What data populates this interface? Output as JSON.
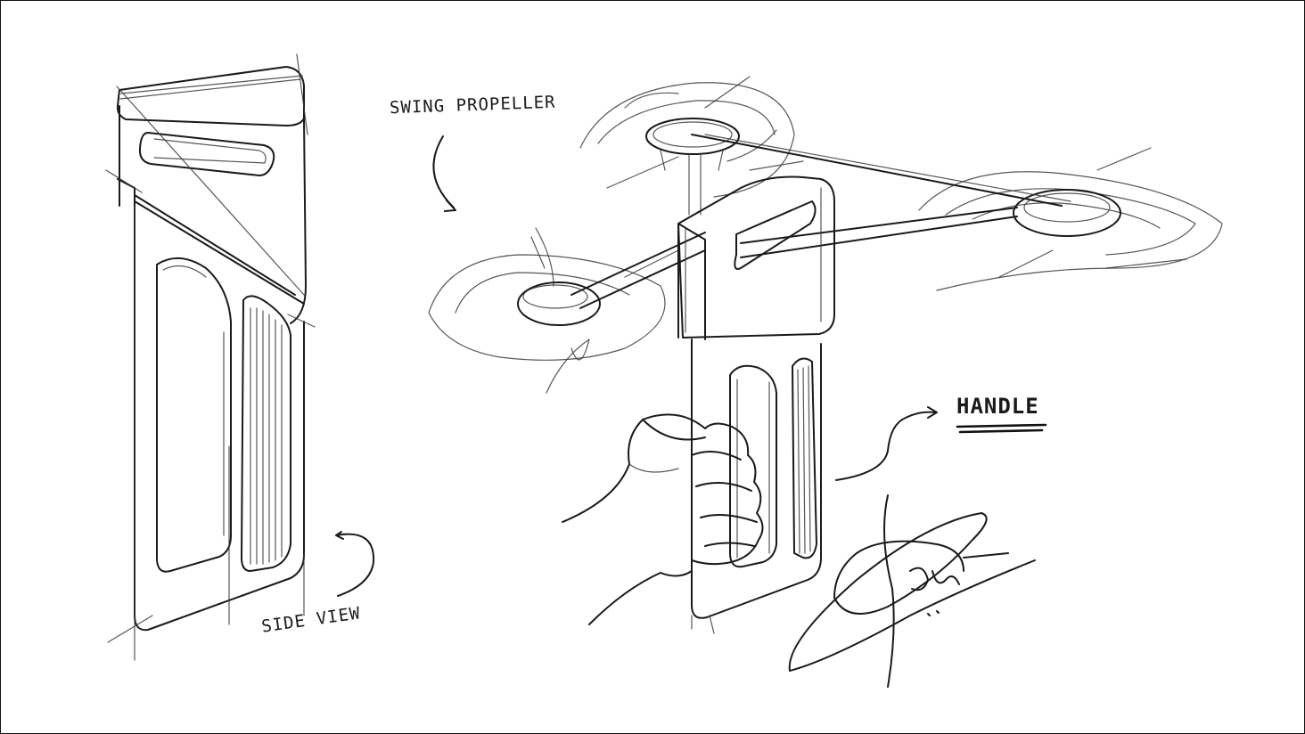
{
  "annotations": {
    "swing_propeller": "SWING PROPELLER",
    "handle": "HANDLE",
    "side_view": "SIDE VIEW"
  },
  "signature": "Tjan",
  "colors": {
    "ink": "#1a1a1a",
    "paper": "#ffffff",
    "border": "#111111"
  }
}
